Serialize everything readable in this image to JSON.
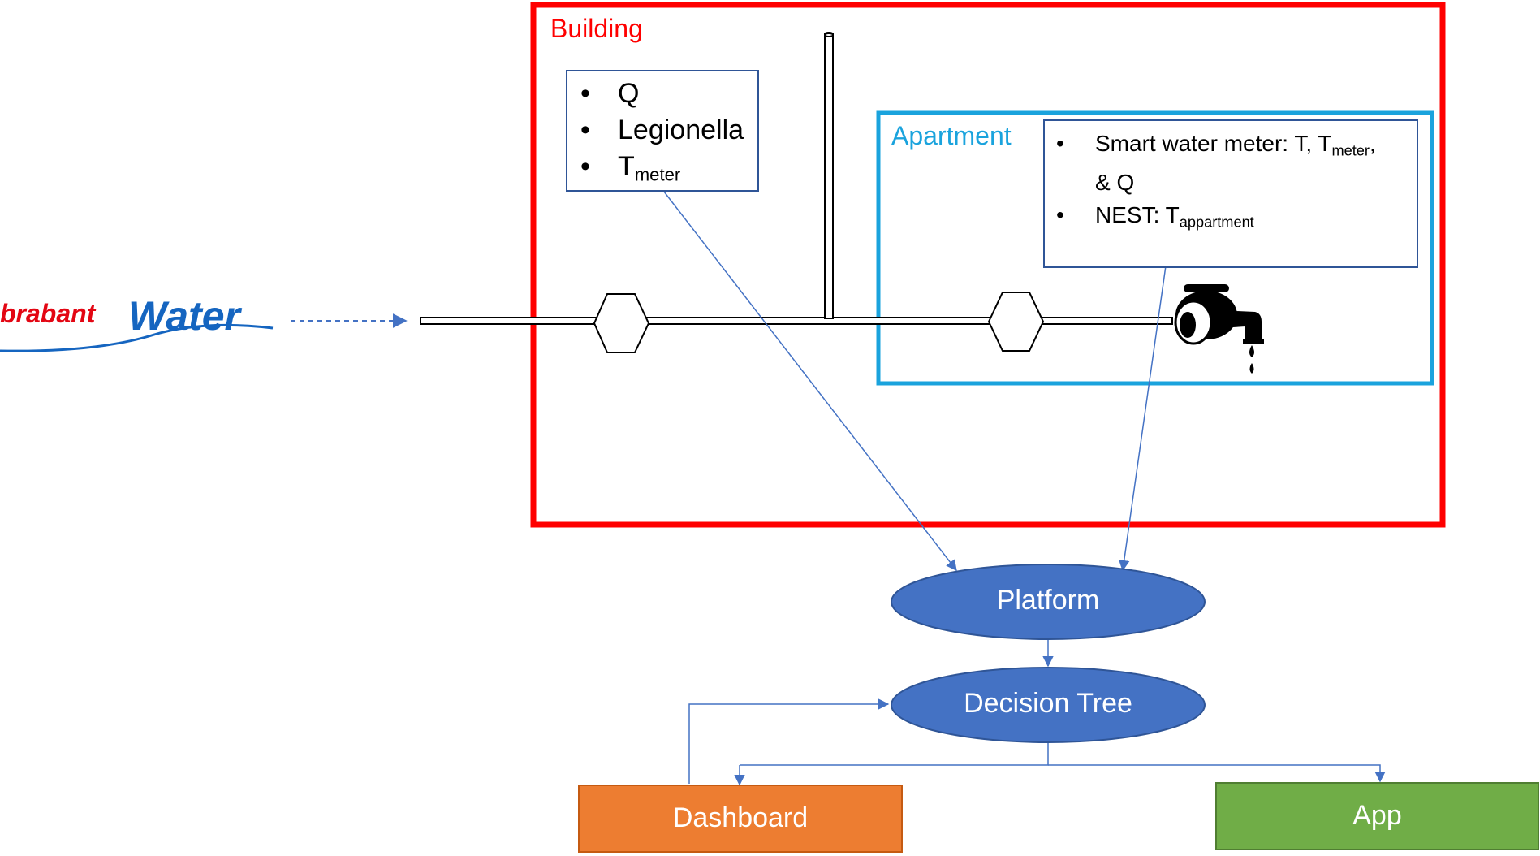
{
  "colors": {
    "building": "#ff0000",
    "apartment": "#1aa3dd",
    "note_border": "#2f5597",
    "connector": "#4472c4",
    "node_fill": "#4472c4",
    "node_border": "#2f5597",
    "dashboard": "#ed7d31",
    "app": "#70ad47",
    "logo_red": "#e30613",
    "logo_blue": "#1565c0"
  },
  "logo": {
    "part1": "brabant",
    "part2": "Water"
  },
  "building": {
    "title": "Building",
    "notes": [
      {
        "text": "Q"
      },
      {
        "text": "Legionella"
      },
      {
        "text": "T",
        "sub": "meter"
      }
    ]
  },
  "apartment": {
    "title": "Apartment",
    "notes": [
      {
        "text": "Smart water meter: T, T",
        "sub": "meter",
        "tail": ",",
        "line2": "& Q"
      },
      {
        "text": "NEST: T",
        "sub": "appartment"
      }
    ]
  },
  "flow": {
    "platform": "Platform",
    "decision_tree": "Decision Tree",
    "dashboard": "Dashboard",
    "app": "App"
  },
  "icons": [
    "hexagon-valve-icon",
    "faucet-icon",
    "water-drop-icon"
  ]
}
